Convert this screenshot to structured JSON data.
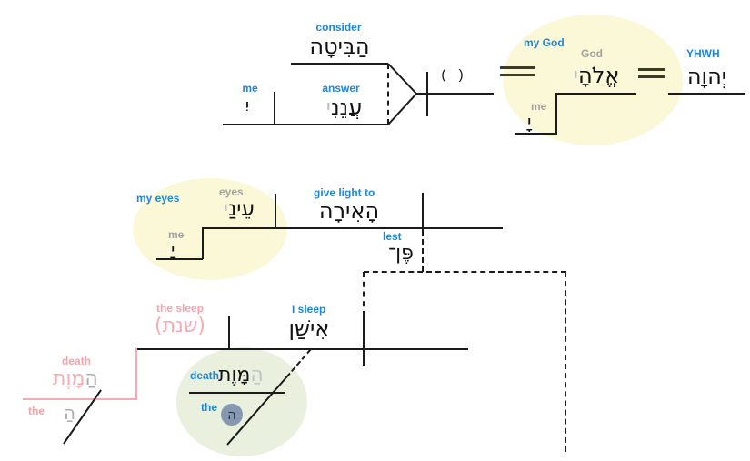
{
  "diagram": {
    "description": "Hebrew sentence diagram (Psalm 13) with glosses",
    "clause1": {
      "verb1": {
        "gloss": "consider",
        "hebrew": "הַבִּיטָה"
      },
      "verb2": {
        "gloss": "answer",
        "hebrew_main": "עֲנֵנִ",
        "hebrew_faded": "י"
      },
      "object": {
        "gloss": "me",
        "hebrew": "יִ"
      },
      "implied_subject": "( )",
      "apposition1": {
        "gloss_possessive": "my God",
        "gloss_noun": "God",
        "hebrew_main": "אֱלֹהָ",
        "hebrew_faded": "י",
        "suffix": {
          "gloss": "me",
          "hebrew": "יָ"
        }
      },
      "apposition2": {
        "gloss": "YHWH",
        "hebrew": "יְהוָה"
      }
    },
    "clause2": {
      "object": {
        "gloss_possessive": "my eyes",
        "gloss_noun": "eyes",
        "hebrew_main": "עֵינַ",
        "hebrew_faded": "י",
        "suffix": {
          "gloss": "me",
          "hebrew": "יַ"
        }
      },
      "verb": {
        "gloss": "give light to",
        "hebrew": "הָאִירָה"
      },
      "conjunction": {
        "gloss": "lest",
        "hebrew": "פֶּן־"
      }
    },
    "clause3": {
      "supplied_object": {
        "gloss": "the sleep",
        "hebrew": "(שנת)"
      },
      "verb": {
        "gloss": "I sleep",
        "hebrew": "אִישַׁן"
      },
      "modifier_green": {
        "gloss": "death",
        "hebrew_main": "מָּוֶת",
        "hebrew_faded": "הַ",
        "article": {
          "gloss": "the",
          "hebrew": "ה"
        }
      },
      "modifier_pink": {
        "gloss": "death",
        "hebrew_main": "מָוֶת",
        "hebrew_faded": "הַ",
        "article": {
          "gloss": "the",
          "hebrew": "הַ"
        }
      }
    },
    "colors": {
      "gloss_blue": "#1e87da",
      "gloss_gray": "#a3a3a3",
      "pink": "#f6abb2",
      "yellow_ellipse": "#fbf8d7",
      "green_ellipse": "#e9f1de",
      "badge_circle": "#8598b0",
      "line_black": "#1b1b1b"
    }
  }
}
